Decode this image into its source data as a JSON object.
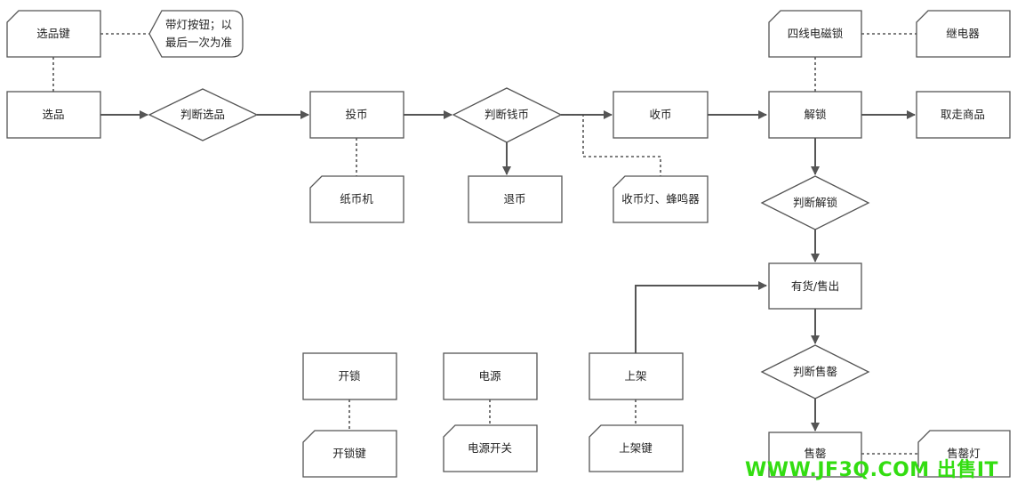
{
  "nodes": {
    "n_select_key": "选品键",
    "n_lit_button_a": "带灯按钮；以",
    "n_lit_button_b": "最后一次为准",
    "n_select": "选品",
    "n_judge_select": "判断选品",
    "n_insert_coin": "投币",
    "n_judge_money": "判断钱币",
    "n_collect_coin": "收币",
    "n_unlock": "解锁",
    "n_take_goods": "取走商品",
    "n_four_wire_lock": "四线电磁锁",
    "n_relay": "继电器",
    "n_bill_acceptor": "纸币机",
    "n_refund": "退币",
    "n_coin_light_buzzer": "收币灯、蜂鸣器",
    "n_judge_unlock": "判断解锁",
    "n_in_stock": "有货/售出",
    "n_judge_soldout": "判断售罄",
    "n_soldout": "售罄",
    "n_soldout_light": "售罄灯",
    "n_open_lock": "开锁",
    "n_open_lock_key": "开锁键",
    "n_power": "电源",
    "n_power_switch": "电源开关",
    "n_restock": "上架",
    "n_restock_key": "上架键"
  },
  "watermark": "WWW.JF3Q.COM 出售IT"
}
